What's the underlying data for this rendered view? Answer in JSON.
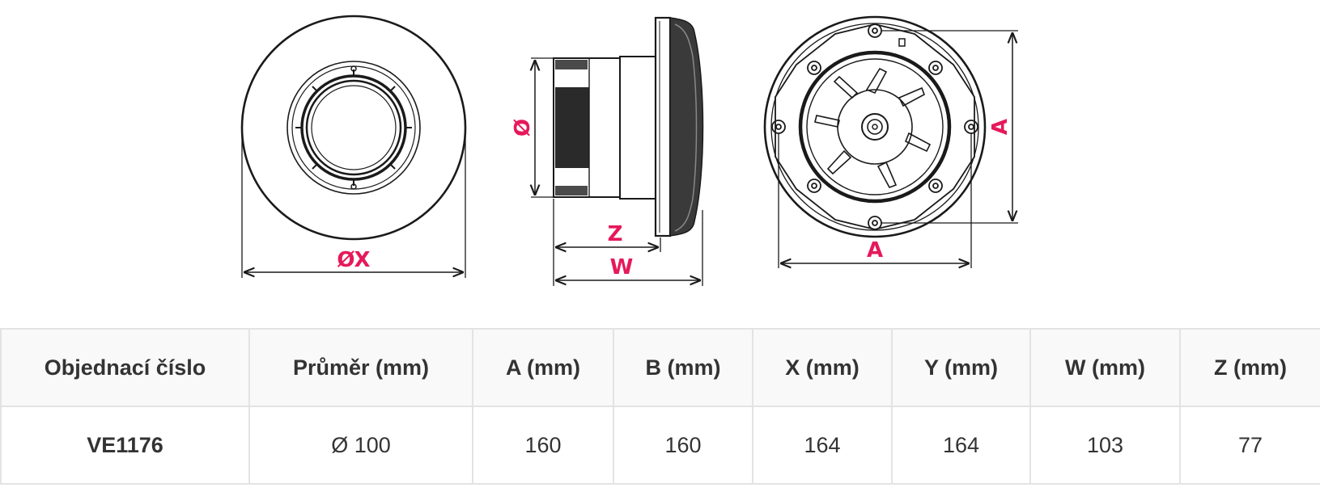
{
  "drawing": {
    "labels": {
      "front_x": "ØX",
      "side_d": "Ø",
      "side_z": "Z",
      "side_w": "W",
      "back_a_horizontal": "A",
      "back_a_vertical": "A"
    },
    "colors": {
      "line": "#1a1a1a",
      "dimension_label": "#e6195a"
    }
  },
  "table": {
    "headers": [
      "Objednací číslo",
      "Průměr (mm)",
      "A (mm)",
      "B (mm)",
      "X (mm)",
      "Y (mm)",
      "W (mm)",
      "Z (mm)"
    ],
    "rows": [
      [
        "VE1176",
        "Ø 100",
        "160",
        "160",
        "164",
        "164",
        "103",
        "77"
      ]
    ]
  }
}
